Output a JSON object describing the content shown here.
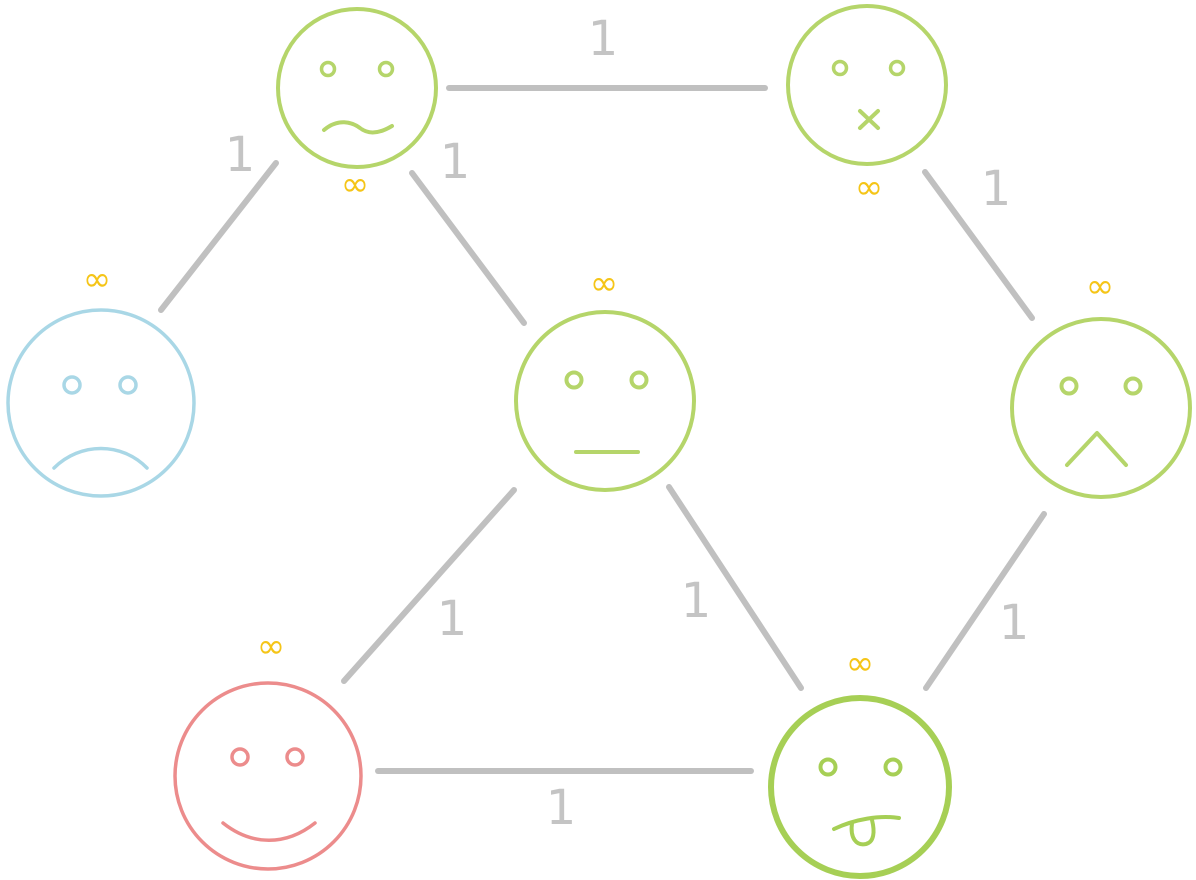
{
  "colors": {
    "edge": "#c0c0c0",
    "edge_label": "#c4c4c4",
    "distance": "#f5c518",
    "visited_green": "#b5d56a",
    "current_green": "#a6cf55",
    "start_red": "#ec8c8c",
    "unvisited_blue": "#a9d7e6"
  },
  "nodes": [
    {
      "id": "A",
      "expression": "wavy-mouth",
      "color_key": "visited_green",
      "distance_label": "∞"
    },
    {
      "id": "B",
      "expression": "x-mouth",
      "color_key": "visited_green",
      "distance_label": "∞"
    },
    {
      "id": "C",
      "expression": "sad",
      "color_key": "unvisited_blue",
      "distance_label": "∞"
    },
    {
      "id": "D",
      "expression": "neutral",
      "color_key": "visited_green",
      "distance_label": "∞"
    },
    {
      "id": "E",
      "expression": "frown-caret",
      "color_key": "visited_green",
      "distance_label": "∞"
    },
    {
      "id": "F",
      "expression": "smile",
      "color_key": "start_red",
      "distance_label": "∞"
    },
    {
      "id": "G",
      "expression": "tongue-out",
      "color_key": "current_green",
      "distance_label": "∞"
    }
  ],
  "edges": [
    {
      "from": "A",
      "to": "B",
      "weight": "1"
    },
    {
      "from": "A",
      "to": "C",
      "weight": "1"
    },
    {
      "from": "A",
      "to": "D",
      "weight": "1"
    },
    {
      "from": "B",
      "to": "E",
      "weight": "1"
    },
    {
      "from": "D",
      "to": "F",
      "weight": "1"
    },
    {
      "from": "D",
      "to": "G",
      "weight": "1"
    },
    {
      "from": "E",
      "to": "G",
      "weight": "1"
    },
    {
      "from": "F",
      "to": "G",
      "weight": "1"
    }
  ]
}
